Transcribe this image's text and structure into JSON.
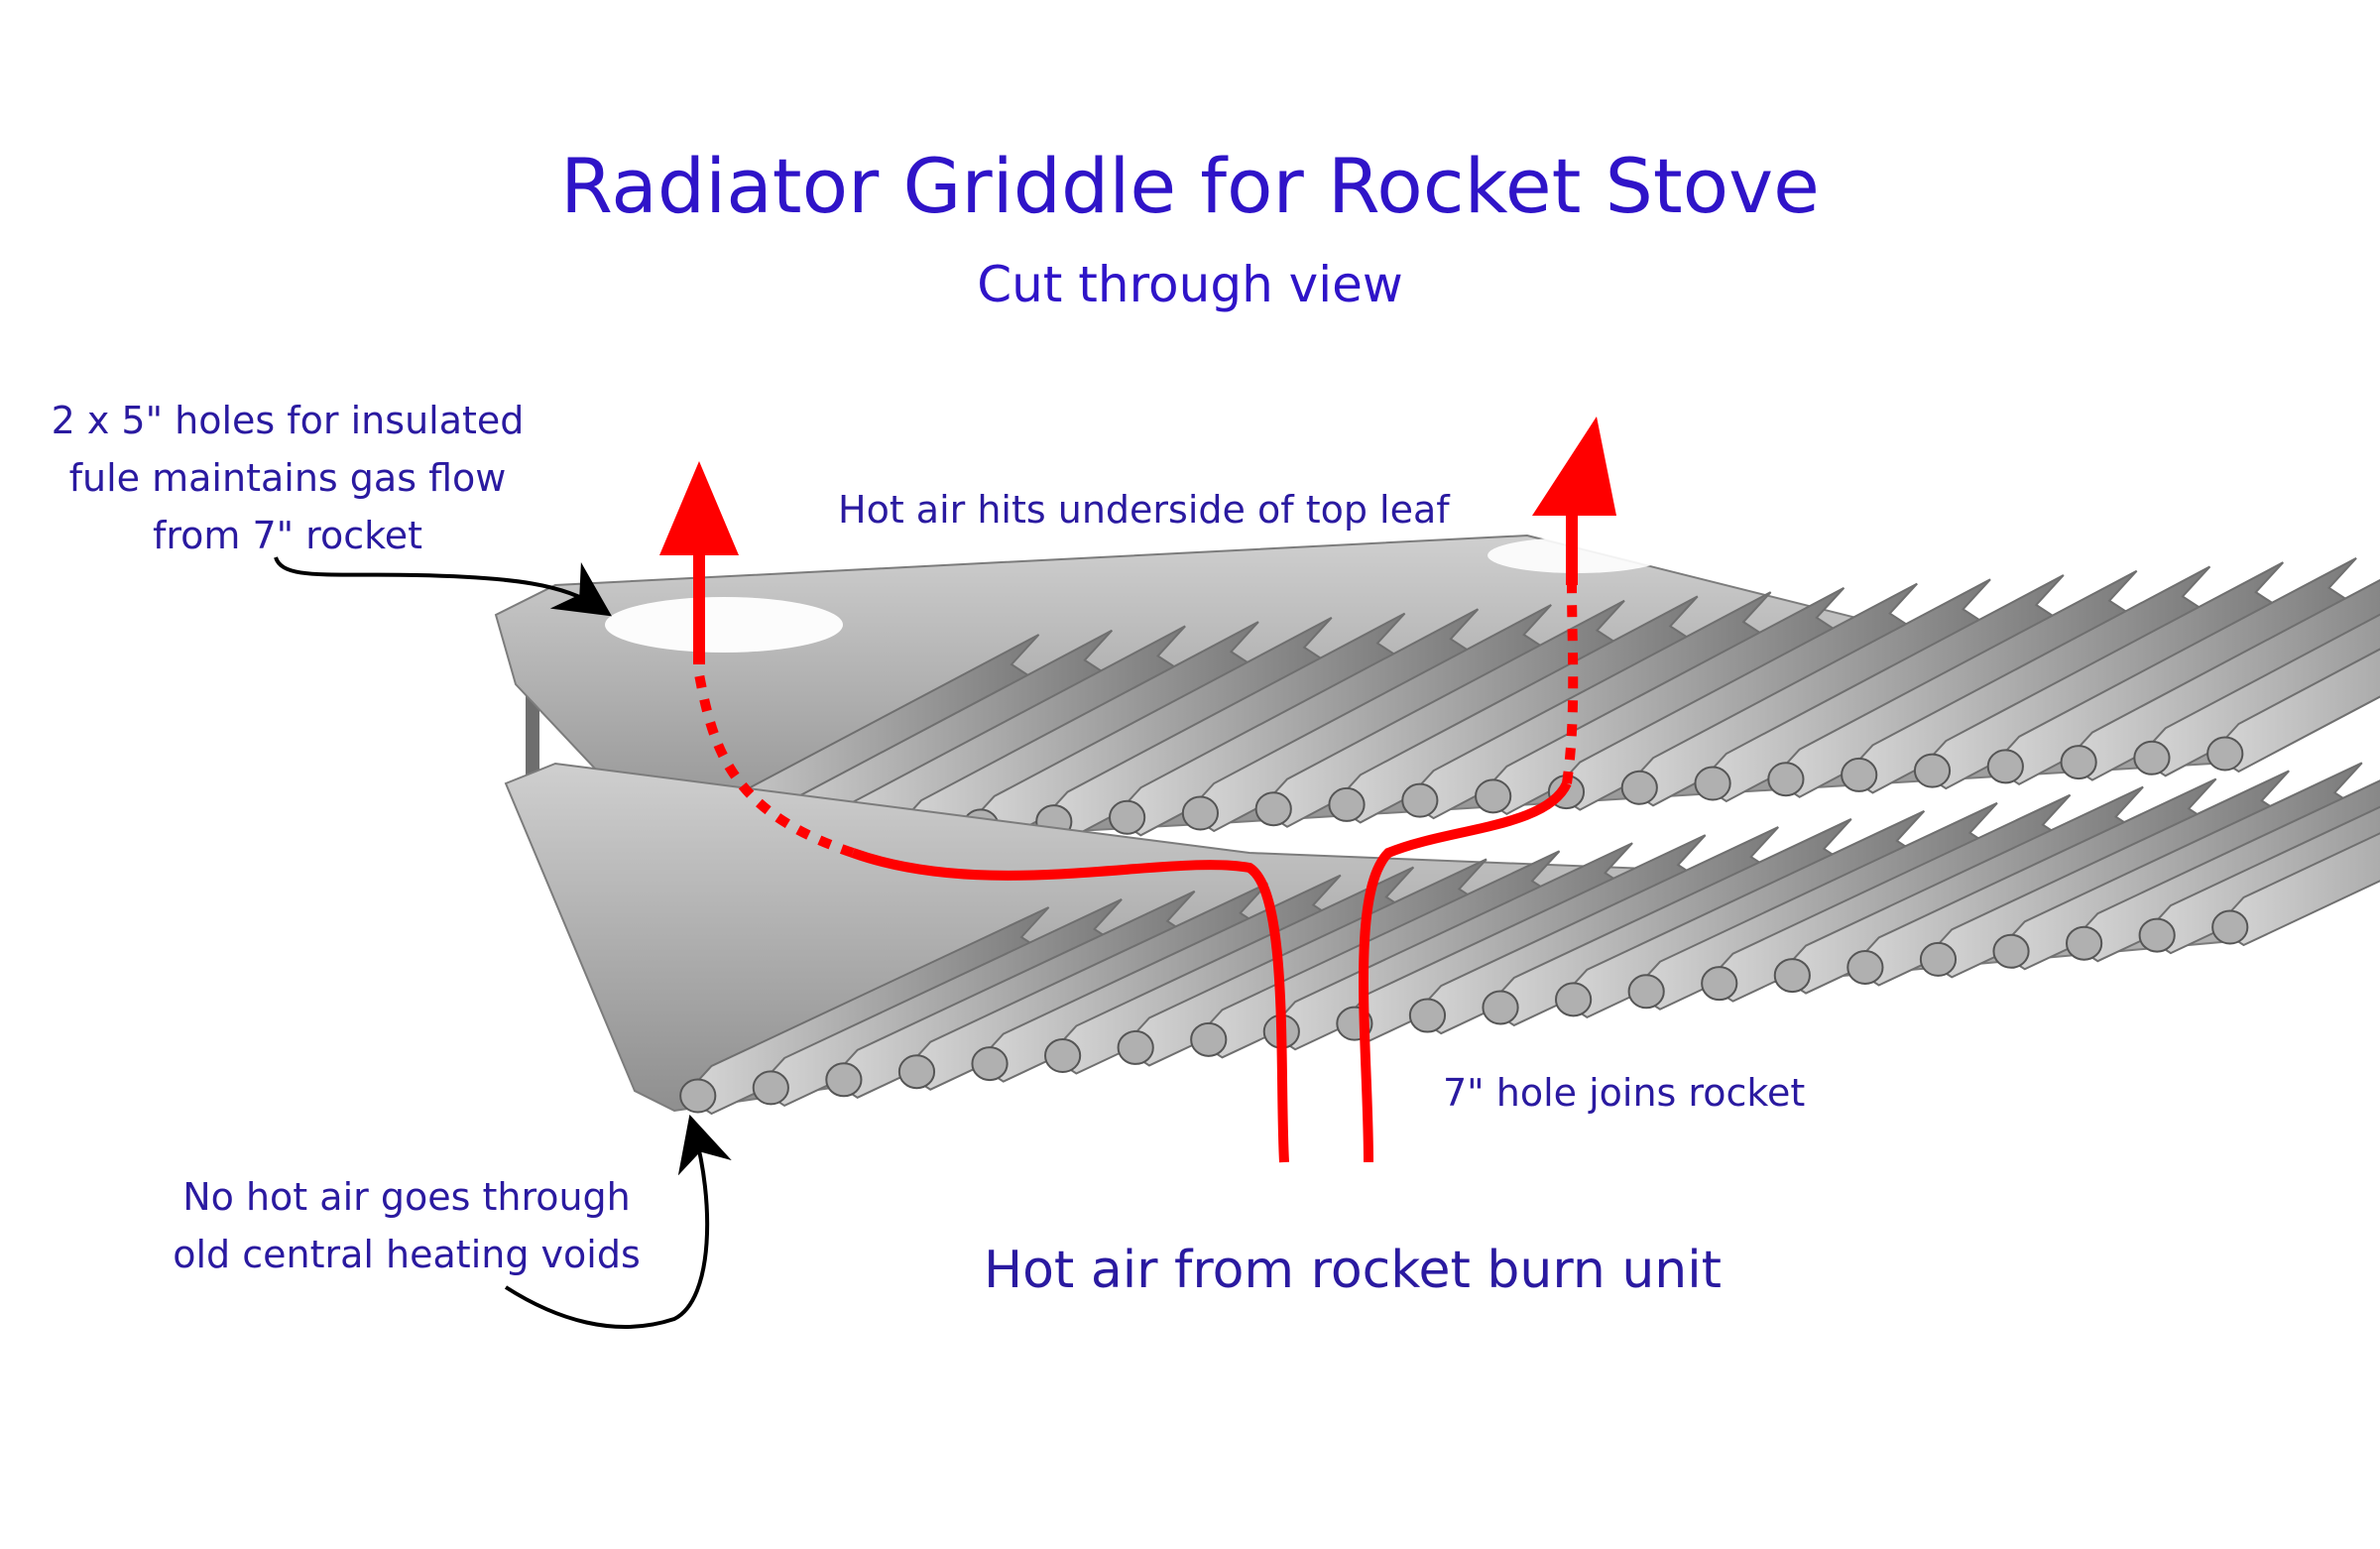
{
  "diagram": {
    "title": "Radiator Griddle for Rocket Stove",
    "subtitle": "Cut through view",
    "annotations": {
      "holes": {
        "lines": [
          "2 x 5\" holes for insulated",
          "fule maintains gas flow",
          "from 7\" rocket"
        ]
      },
      "underside": "Hot air hits underside of top leaf",
      "seven_inch_hole": "7\" hole joins rocket",
      "voids": {
        "lines": [
          "No hot air goes through",
          "old central heating voids"
        ]
      },
      "source": "Hot air from rocket burn unit"
    },
    "colors": {
      "text": "#2a1aa0",
      "flow_arrow": "#ff0000",
      "radiator": "#9a9a9a",
      "pointer_arrow": "#000000"
    }
  }
}
